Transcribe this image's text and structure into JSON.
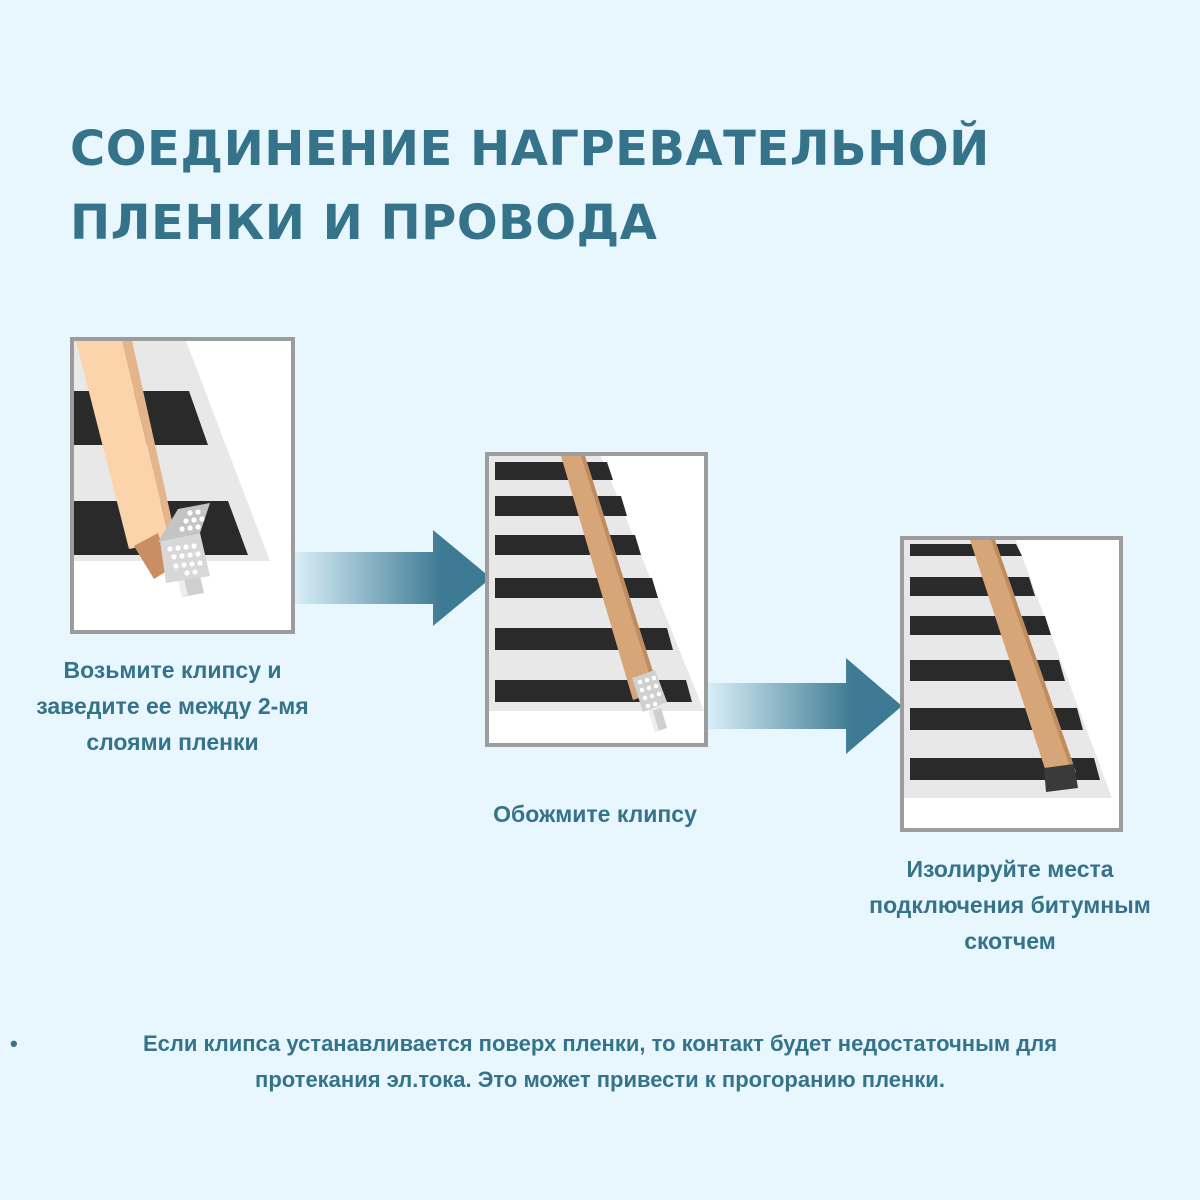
{
  "title": {
    "line1": "СОЕДИНЕНИЕ НАГРЕВАТЕЛЬНОЙ",
    "line2": "ПЛЕНКИ И ПРОВОДА"
  },
  "steps": [
    {
      "image": "clip-insertion-illustration",
      "caption": [
        "Возьмите клипсу и",
        "заведите ее между 2-мя",
        "слоями пленки"
      ]
    },
    {
      "image": "clip-crimped-illustration",
      "caption": [
        "Обожмите клипсу"
      ]
    },
    {
      "image": "insulated-connection-illustration",
      "caption": [
        "Изолируйте места",
        "подключения битумным",
        "скотчем"
      ]
    }
  ],
  "note": {
    "bullet": "•",
    "lines": [
      "Если клипса устанавливается поверх пленки, то контакт будет недостаточным для",
      "протекания эл.тока. Это может привести к прогоранию пленки."
    ]
  },
  "colors": {
    "background": "#e8f6fd",
    "accent": "#34738a",
    "arrow_dark": "#3d7a93",
    "arrow_light": "#d9eef8",
    "frame": "#9c9c9c",
    "strip": "#2a2a2a",
    "film": "#e8e8e8",
    "copper": "#d6a578",
    "copper_light": "#fbd4ab",
    "tape": "#3a3a3a"
  }
}
